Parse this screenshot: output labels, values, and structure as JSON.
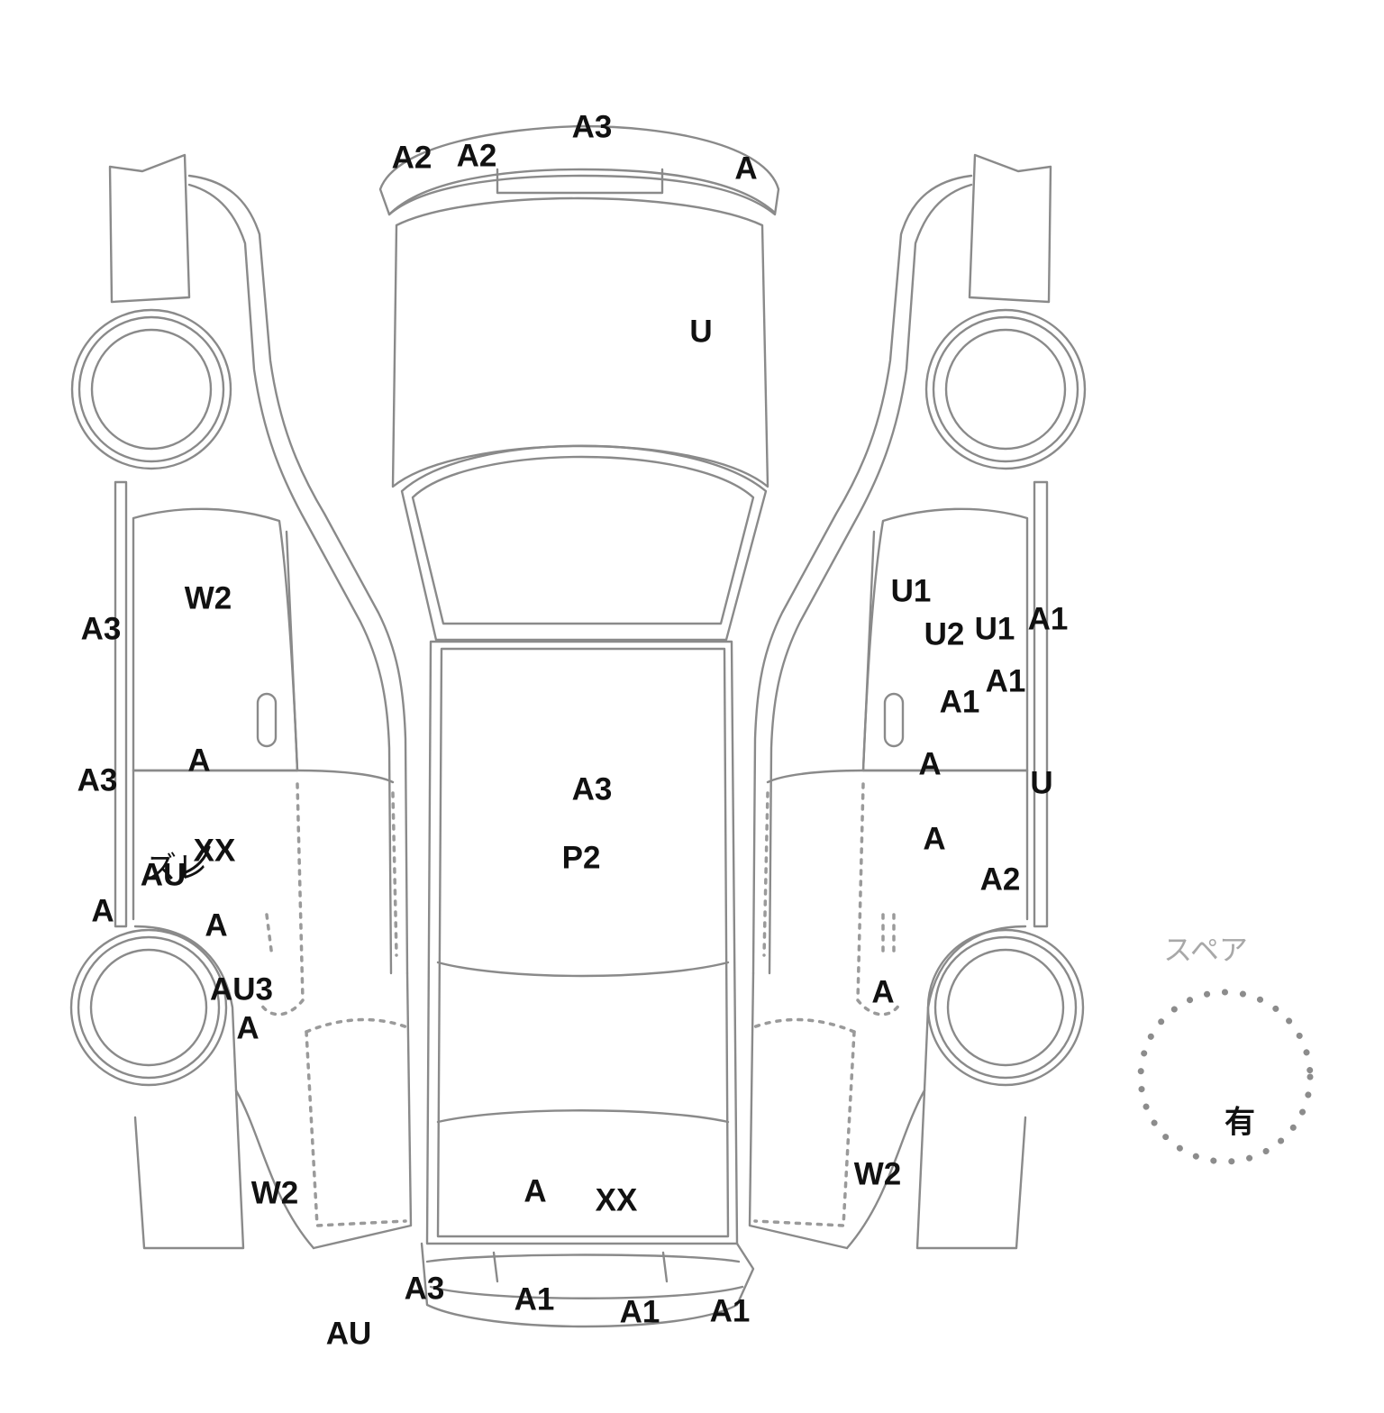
{
  "diagram": {
    "outline_color": "#8a8a8a",
    "mark_color": "#111111",
    "spare_tire": {
      "label": "スペア",
      "value": "有"
    },
    "note": "ズレ",
    "marks": [
      "A2",
      "A2",
      "A3",
      "A",
      "U",
      "W2",
      "A3",
      "A",
      "A3",
      "XX",
      "AU",
      "A",
      "A",
      "AU3",
      "A",
      "W2",
      "AU",
      "A3",
      "P2",
      "A",
      "XX",
      "A3",
      "A1",
      "A1",
      "A1",
      "U1",
      "U2",
      "U1",
      "A1",
      "A1",
      "A1",
      "A",
      "U",
      "A",
      "A2",
      "A",
      "W2"
    ]
  }
}
